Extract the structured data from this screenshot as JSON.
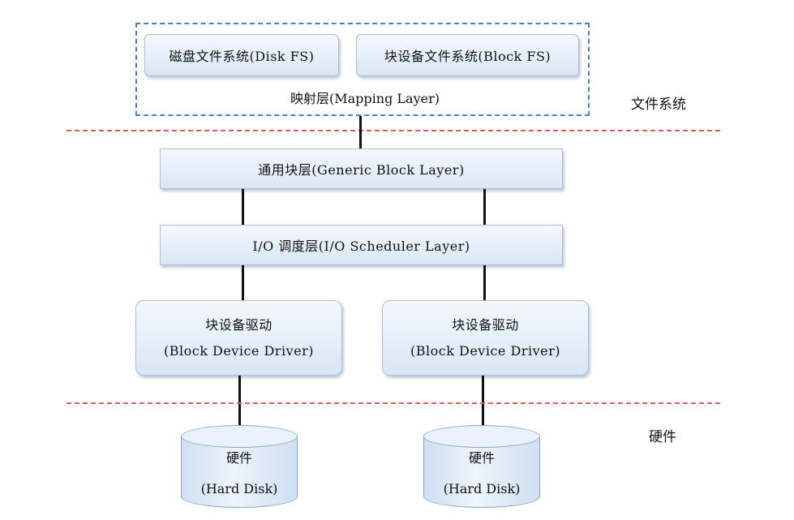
{
  "filesystem": {
    "disk_fs": "磁盘文件系统(Disk FS)",
    "block_fs": "块设备文件系统(Block FS)",
    "mapping_layer": "映射层(Mapping Layer)",
    "side_label": "文件系统"
  },
  "generic_block_layer": "通用块层(Generic Block Layer)",
  "io_scheduler_layer": "I/O 调度层(I/O Scheduler Layer)",
  "drivers": [
    {
      "line1": "块设备驱动",
      "line2": "(Block Device Driver)"
    },
    {
      "line1": "块设备驱动",
      "line2": "(Block Device Driver)"
    }
  ],
  "disks": [
    {
      "line1": "硬件",
      "line2": "(Hard Disk)"
    },
    {
      "line1": "硬件",
      "line2": "(Hard Disk)"
    }
  ],
  "hardware_side_label": "硬件",
  "colors": {
    "separator": "#e05a5a",
    "group_border": "#4a7fd0",
    "box_fill": "#d9e6f5"
  }
}
